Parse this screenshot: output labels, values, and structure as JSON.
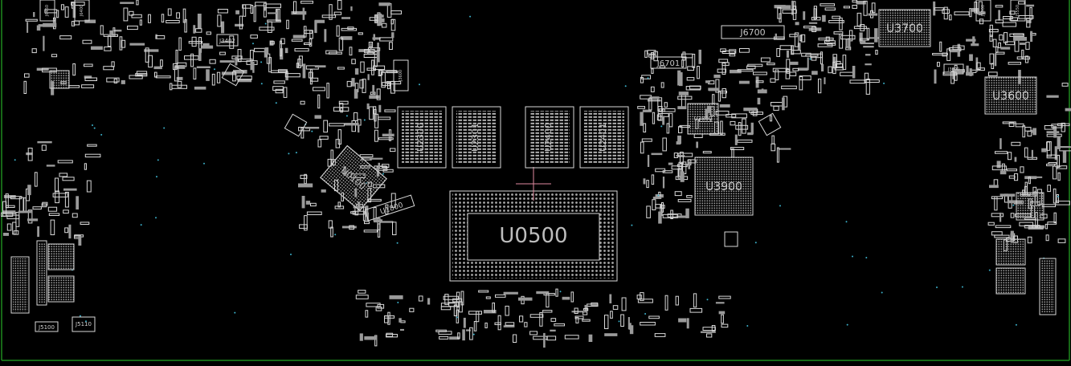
{
  "board": {
    "background": "#000000",
    "outline_color": "#1f8a1f",
    "silkscreen_color": "#d8d8d8",
    "via_color": "#3bb0c9",
    "cursor_color": "#e08aa0"
  },
  "labels": {
    "cpu": "U0500",
    "u3900": "U3900",
    "u3700": "U3700",
    "u3800": "U3800",
    "u3600": "U3600",
    "j6700": "J6700",
    "j6701": "J6701",
    "j3402": "J3402",
    "j5100": "J5100",
    "j5110": "J5110",
    "u1800": "U1800",
    "u0100": "U0100",
    "j3600": "J3600",
    "j5500": "J5500",
    "j5550": "J5550",
    "j6450": "J6450",
    "j6400": "J6400",
    "j3600b": "J3600",
    "mem": [
      "U2300",
      "U2301",
      "U2400",
      "U2401"
    ]
  }
}
